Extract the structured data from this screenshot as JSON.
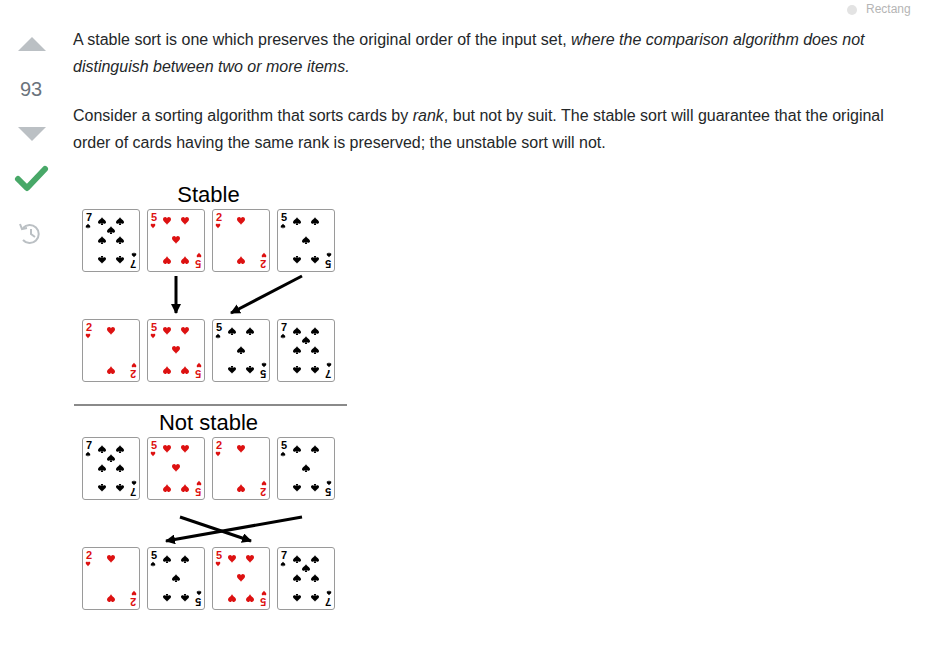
{
  "diagram": {
    "nodes": [
      {
        "text": [
          "7",
          "7"
        ]
      },
      {
        "text": [
          "5",
          "5"
        ]
      },
      {
        "text": [
          "2",
          "2"
        ]
      },
      {
        "text": [
          "5",
          "5"
        ]
      },
      {
        "text": [
          "2",
          "2"
        ]
      },
      {
        "text": [
          "5",
          "5"
        ]
      },
      {
        "text": [
          "5",
          "5"
        ]
      },
      {
        "text": [
          "7",
          "7"
        ]
      },
      {
        "text": [
          "7",
          "7"
        ]
      },
      {
        "text": [
          "5",
          "5"
        ]
      },
      {
        "text": [
          "2",
          "2"
        ]
      },
      {
        "text": [
          "5",
          "5"
        ]
      },
      {
        "text": [
          "2",
          "2"
        ]
      },
      {
        "text": [
          "5",
          "5"
        ]
      },
      {
        "text": [
          "5",
          "5"
        ]
      },
      {
        "text": [
          "7",
          "7"
        ]
      }
    ],
    "edges": [
      {
        "from": 1,
        "to": 5,
        "arrow": "to"
      },
      {
        "from": 3,
        "to": 6,
        "arrow": "to"
      },
      {
        "from": 9,
        "to": 14,
        "arrow": "to"
      },
      {
        "from": 11,
        "to": 13,
        "arrow": "to"
      }
    ],
    "labels": [
      "Rectang",
      "93",
      "A stable sort is one which preserves the original order of the input set,",
      "where the comparison algorithm does not distinguish between two or more items.",
      "Consider a sorting algorithm that sorts cards by",
      "rank",
      ", but not by suit. The stable sort will guarantee that the original order of cards having the same rank is preserved; the unstable sort will not.",
      "Stable",
      "Not stable"
    ]
  }
}
